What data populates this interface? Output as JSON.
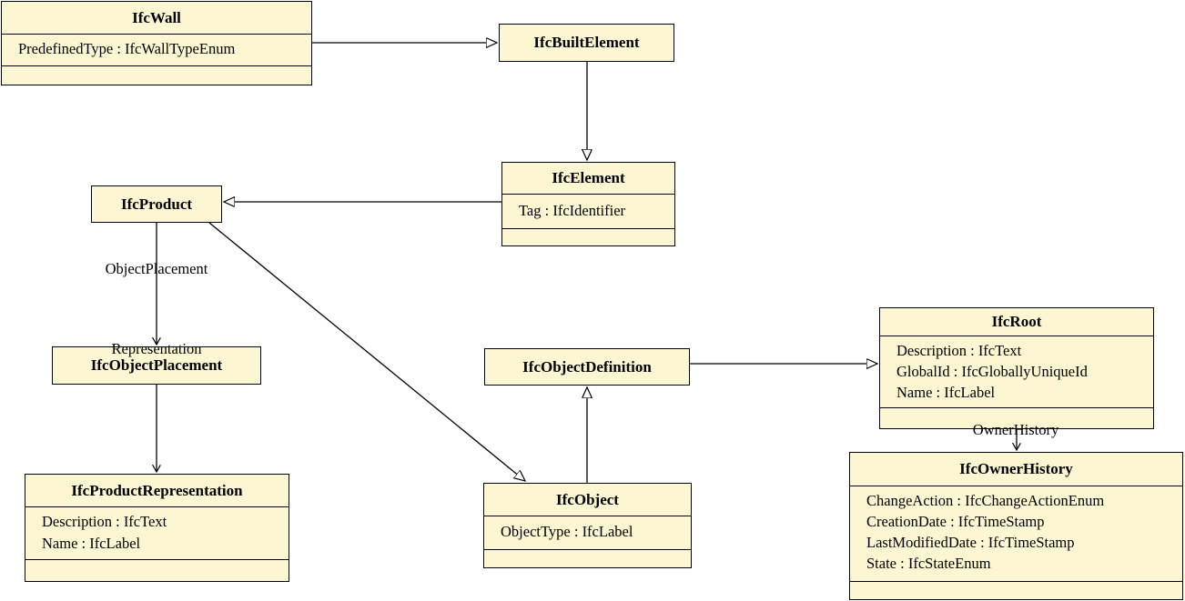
{
  "diagram": {
    "type": "uml-class-diagram",
    "subject": "IFC entity inheritance and associations",
    "colors": {
      "box_fill": "#FDF6D2",
      "box_border": "#000000",
      "line_color": "#000000",
      "background": "#FFFFFF"
    },
    "classes": [
      {
        "name": "IfcWall",
        "attributes": [
          "PredefinedType : IfcWallTypeEnum"
        ]
      },
      {
        "name": "IfcBuiltElement",
        "attributes": []
      },
      {
        "name": "IfcElement",
        "attributes": [
          "Tag : IfcIdentifier"
        ]
      },
      {
        "name": "IfcProduct",
        "attributes": []
      },
      {
        "name": "IfcObjectPlacement",
        "attributes": []
      },
      {
        "name": "IfcProductRepresentation",
        "attributes": [
          "Description : IfcText",
          "Name : IfcLabel"
        ]
      },
      {
        "name": "IfcObjectDefinition",
        "attributes": []
      },
      {
        "name": "IfcObject",
        "attributes": [
          "ObjectType : IfcLabel"
        ]
      },
      {
        "name": "IfcRoot",
        "attributes": [
          "Description : IfcText",
          "GlobalId : IfcGloballyUniqueId",
          "Name : IfcLabel"
        ]
      },
      {
        "name": "IfcOwnerHistory",
        "attributes": [
          "ChangeAction : IfcChangeActionEnum",
          "CreationDate : IfcTimeStamp",
          "LastModifiedDate : IfcTimeStamp",
          "State : IfcStateEnum"
        ]
      }
    ],
    "relationships": [
      {
        "from": "IfcWall",
        "to": "IfcBuiltElement",
        "type": "inheritance"
      },
      {
        "from": "IfcBuiltElement",
        "to": "IfcElement",
        "type": "inheritance"
      },
      {
        "from": "IfcElement",
        "to": "IfcProduct",
        "type": "inheritance"
      },
      {
        "from": "IfcProduct",
        "to": "IfcObject",
        "type": "inheritance"
      },
      {
        "from": "IfcObject",
        "to": "IfcObjectDefinition",
        "type": "inheritance"
      },
      {
        "from": "IfcObjectDefinition",
        "to": "IfcRoot",
        "type": "inheritance"
      },
      {
        "from": "IfcProduct",
        "to": "IfcObjectPlacement",
        "type": "association",
        "label": "ObjectPlacement"
      },
      {
        "from": "IfcProduct",
        "to": "IfcProductRepresentation",
        "type": "association",
        "label": "Representation"
      },
      {
        "from": "IfcRoot",
        "to": "IfcOwnerHistory",
        "type": "association",
        "label": "OwnerHistory"
      }
    ]
  }
}
